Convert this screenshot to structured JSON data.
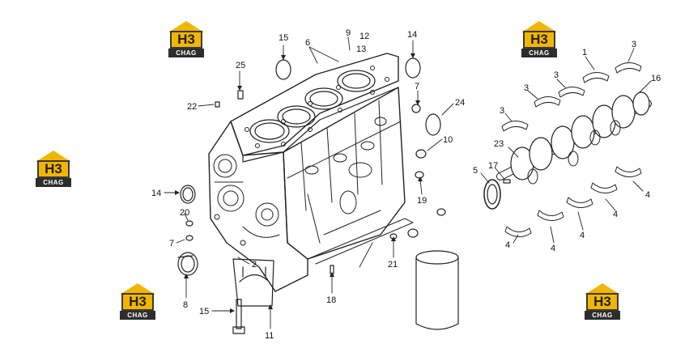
{
  "logo": {
    "mark": "H3",
    "text": "CHAG"
  },
  "labels": {
    "l1": "1",
    "l2": "2",
    "l3a": "3",
    "l3b": "3",
    "l3c": "3",
    "l3d": "3",
    "l4a": "4",
    "l4b": "4",
    "l4c": "4",
    "l4d": "4",
    "l4e": "4",
    "l5": "5",
    "l6": "6",
    "l7a": "7",
    "l7b": "7",
    "l8": "8",
    "l9": "9",
    "l10": "10",
    "l11": "11",
    "l12": "12",
    "l13": "13",
    "l14a": "14",
    "l14b": "14",
    "l15a": "15",
    "l15b": "15",
    "l16": "16",
    "l17": "17",
    "l18": "18",
    "l19": "19",
    "l20": "20",
    "l21": "21",
    "l22": "22",
    "l23": "23",
    "l24": "24",
    "l25": "25"
  },
  "colors": {
    "logo_yellow": "#f2b600",
    "logo_dark": "#2d2d2d",
    "line": "#222222"
  }
}
